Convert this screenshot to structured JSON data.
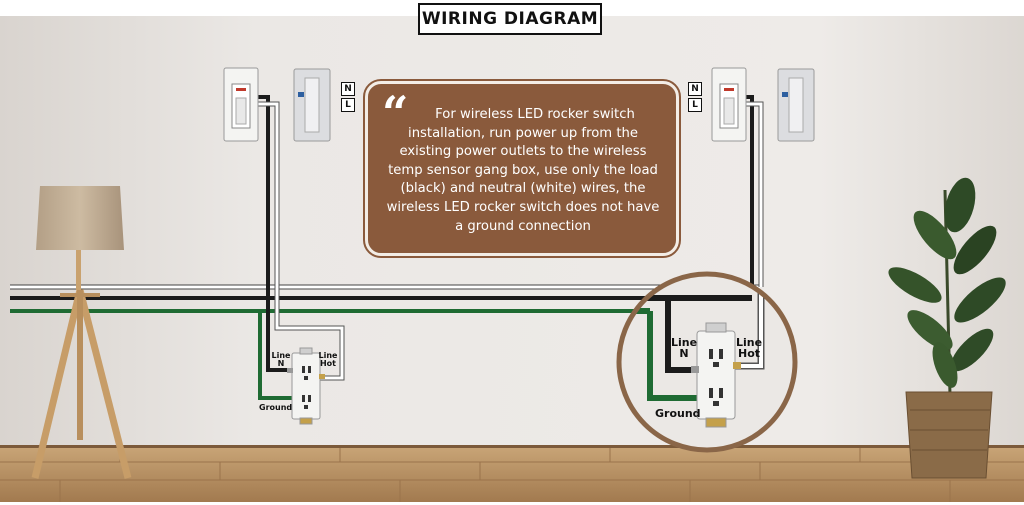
{
  "title": "WIRING DIAGRAM",
  "note": {
    "quote_glyph": "“",
    "text": "For wireless LED rocker switch installation, run power up from the existing power outlets to the wireless temp sensor gang box, use only the load (black) and neutral (white) wires, the wireless LED rocker switch does not have a ground connection"
  },
  "terminal_box_labels": {
    "n": "N",
    "l": "L"
  },
  "outlet_labels": {
    "line_n": [
      "Line",
      "N"
    ],
    "line_hot": [
      "Line",
      "Hot"
    ],
    "ground": "Ground"
  },
  "colors": {
    "wall": "#ece9e6",
    "floor": "#b89266",
    "note_bg": "#8a5a3c",
    "wire_black": "#1b1b1b",
    "wire_white": "#ffffff",
    "wire_green": "#1f6b33",
    "callout_ring": "#8a6648"
  }
}
